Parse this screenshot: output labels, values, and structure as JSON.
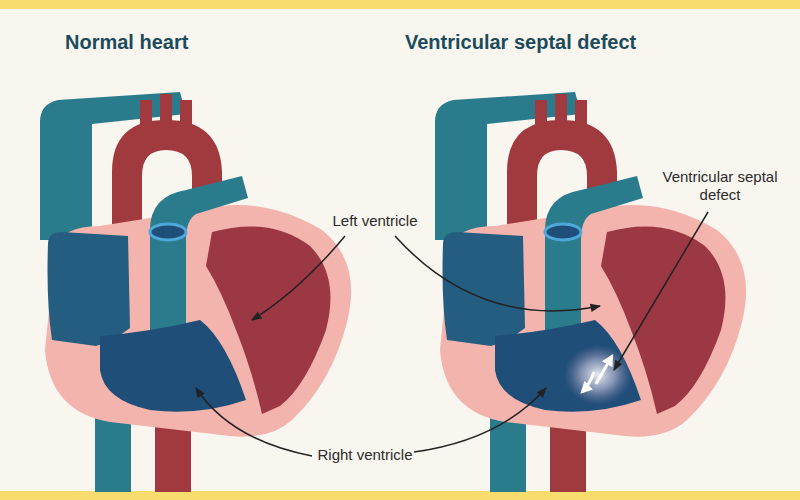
{
  "diagram": {
    "labels": [
      "Normal heart",
      "Ventricular septal defect",
      "Left ventricle",
      "Right ventricle",
      "Ventricular septal defect"
    ]
  }
}
